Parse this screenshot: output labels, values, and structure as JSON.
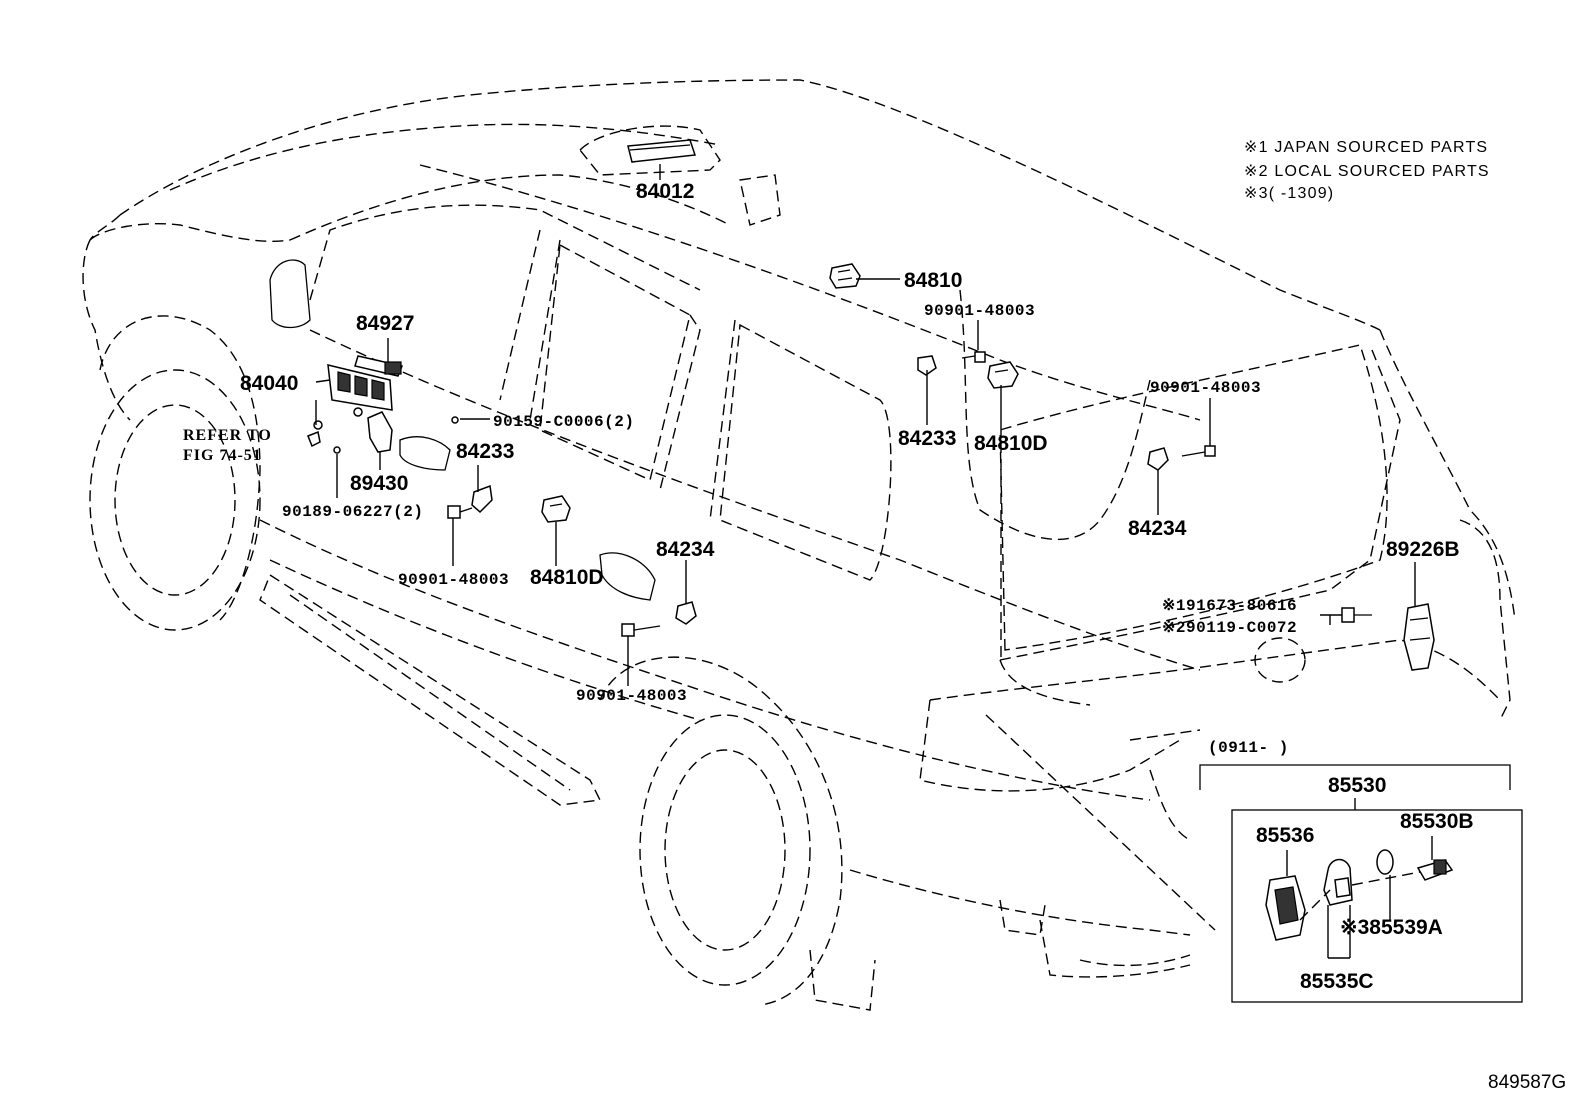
{
  "notes": {
    "japan": "※1 JAPAN SOURCED PARTS",
    "local": "※2 LOCAL SOURCED PARTS",
    "range": "※3(     -1309)"
  },
  "refer": {
    "line1": "REFER TO",
    "line2": "FIG 74-51"
  },
  "labels": {
    "p84012": "84012",
    "p84810": "84810",
    "p90901_a": "90901-48003",
    "p84927": "84927",
    "p84040": "84040",
    "p90159": "90159-C0006(2)",
    "p84233_a": "84233",
    "p84233_b": "84233",
    "p84810d_a": "84810D",
    "p90901_b": "90901-48003",
    "p89430": "89430",
    "p90189": "90189-06227(2)",
    "p90901_c": "90901-48003",
    "p84810d_b": "84810D",
    "p84234_a": "84234",
    "p84234_b": "84234",
    "p90901_d": "90901-48003",
    "p89226b": "89226B",
    "p91673": "※191673-80616",
    "p90119": "※290119-C0072"
  },
  "inset": {
    "date": "(0911-      )",
    "p85530": "85530",
    "p85536": "85536",
    "p85530b": "85530B",
    "p85539a": "※385539A",
    "p85535c": "85535C"
  },
  "figure_id": "849587G"
}
